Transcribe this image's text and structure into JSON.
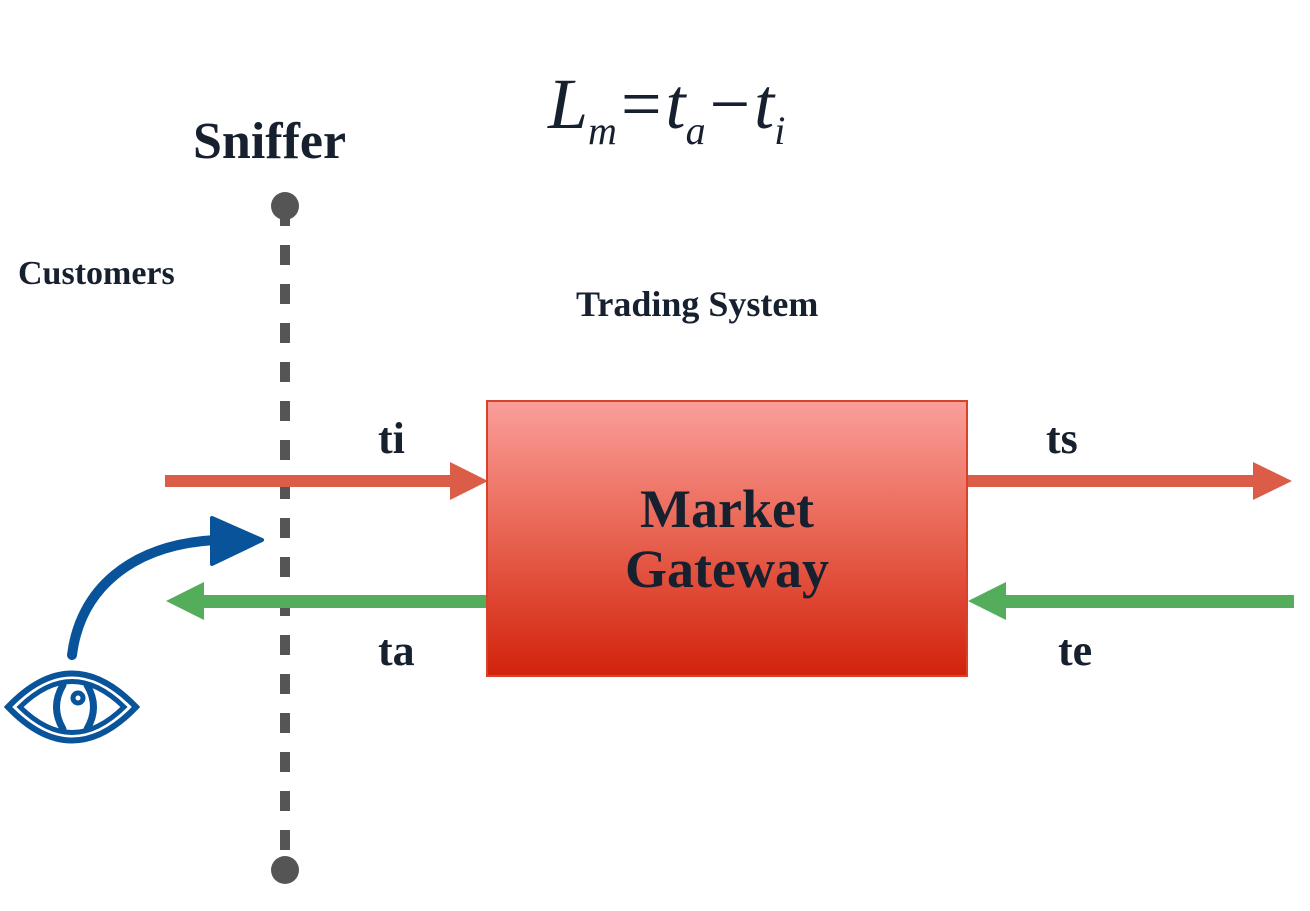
{
  "formula": {
    "lhs": "L",
    "lhs_sub": "m",
    "equals": "=",
    "term1": "t",
    "term1_sub": "a",
    "minus": "−",
    "term2": "t",
    "term2_sub": "i"
  },
  "labels": {
    "sniffer": "Sniffer",
    "customers": "Customers",
    "trading_system": "Trading System",
    "gateway": "Market\nGateway"
  },
  "timestamps": {
    "inbound_customer": "ti",
    "outbound_customer": "ta",
    "outbound_exchange": "ts",
    "inbound_exchange": "te"
  },
  "colors": {
    "request_arrow": "#db5d48",
    "response_arrow": "#54ad5b",
    "sniffer_line": "#555555",
    "observer": "#08539a",
    "text": "#17202e"
  },
  "icons": {
    "observer": "eye-icon",
    "sniffer_point": "dashed-probe-line"
  }
}
